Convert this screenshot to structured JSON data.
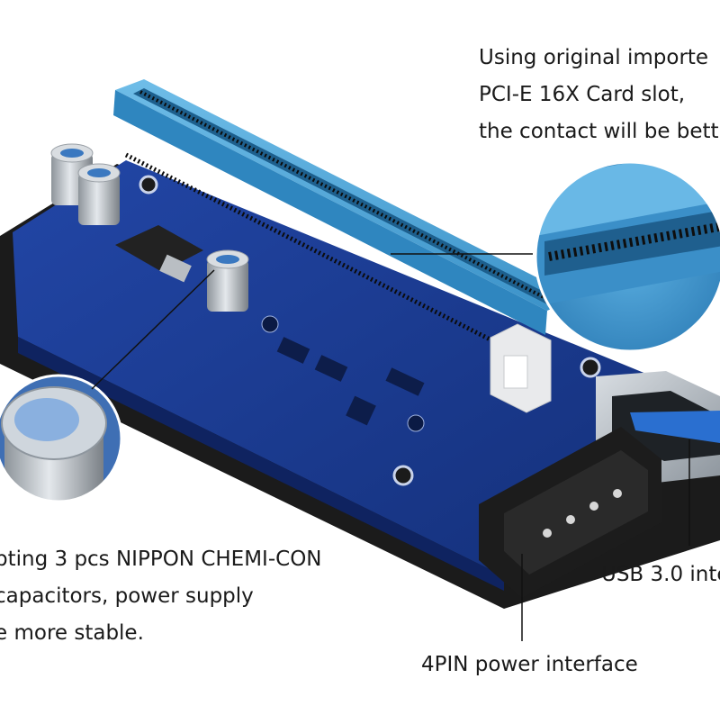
{
  "annotations": {
    "pcie_slot": {
      "lines": [
        "Using original importe",
        "PCI-E 16X Card slot,",
        "the contact will be bett"
      ]
    },
    "capacitors": {
      "lines": [
        "pting 3 pcs NIPPON CHEMI-CON",
        "capacitors, power supply",
        "e more stable."
      ]
    },
    "usb": {
      "lines": [
        "USB 3.0 inte"
      ]
    },
    "power": {
      "lines": [
        "4PIN power interface"
      ]
    }
  },
  "colors": {
    "pcb": "#1a3a8c",
    "slot": "#4fa6d8",
    "black_base": "#1b1b1b",
    "molex": "#1c1c1c",
    "usb_blue": "#2a6fd0"
  }
}
